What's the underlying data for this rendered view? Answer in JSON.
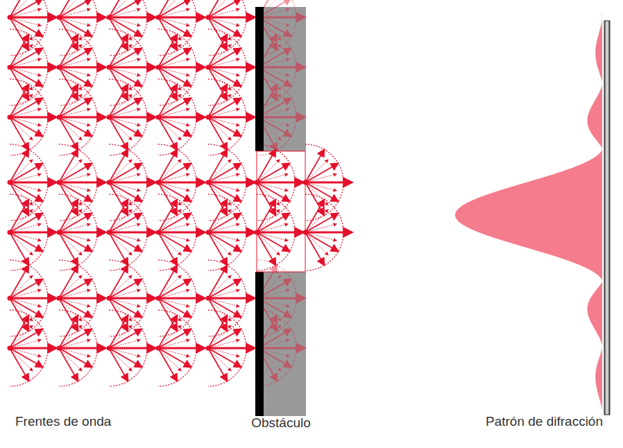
{
  "diagram": {
    "labels": [
      "Frentes de onda",
      "Obstáculo",
      "Patrón de difracción"
    ]
  }
}
